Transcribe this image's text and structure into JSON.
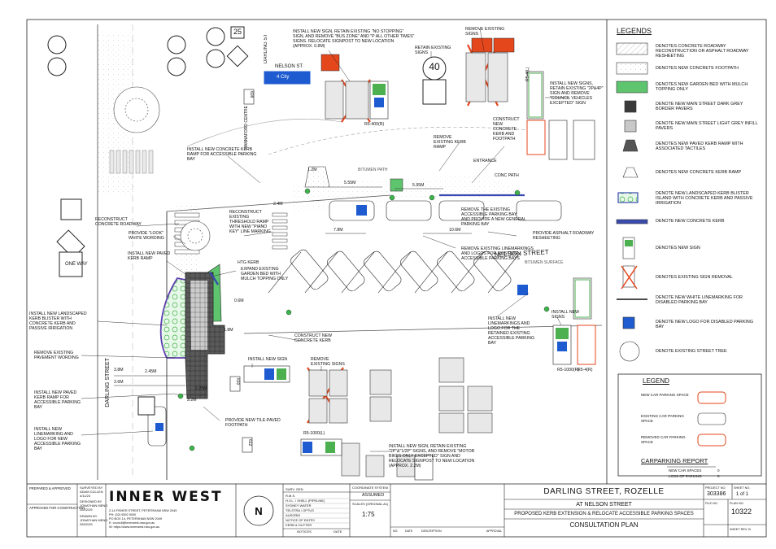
{
  "colors": {
    "garden": "#5ec46e",
    "kerb_blue": "#3a4bb0",
    "sign_green": "#4caf50",
    "sign_blue": "#1e5bd0",
    "removal_red": "#e5471c",
    "tree_green": "#8fd88a"
  },
  "streets": {
    "darling": "DARLING ST",
    "nelson_sign": "NELSON ST",
    "city_sign": "4 City",
    "nelson_label": "NELSON STREET",
    "darling_surface": "DARLING STREET",
    "bitumen_surface": "BITUMEN SURFACE",
    "bitumen_path": "BITUMEN PATH",
    "hannaford_centre": "HANNAFORD CENTRE",
    "entrance": "ENTRANCE",
    "conc_path": "CONC PATH",
    "one_way": "ONE WAY"
  },
  "dimensions": [
    "5.55m",
    "5.95m",
    "7.8m",
    "10.6m",
    "3.8m",
    "2.45m",
    "3.6m",
    "2.25m",
    "3.2m",
    "1.2m",
    "0.6m",
    "1.8m",
    "2.4m"
  ],
  "sign_ids": [
    "R5-400(R)",
    "R5-4(L)",
    "R5-1000(R)",
    "R5-1000(L)",
    "R5-4(R)"
  ],
  "sign_numbers": {
    "n40": "40",
    "n25": "25",
    "n608": "608",
    "n610": "610",
    "n612": "612"
  },
  "notes": {
    "install_no_stopping": "INSTALL NEW SIGN, RETAIN EXISTING \"NO STOPPING\" SIGN, AND REMOVE \"BUS ZONE\" AND \"P ALL OTHER TIMES\" SIGNS. RELOCATE SIGNPOST TO NEW LOCATION (APPROX. 0.8m)",
    "remove_existing_signs_top": "REMOVE EXISTING SIGNS",
    "retain_existing": "RETAIN EXISTING SIGNS",
    "install_new_signs_council": "INSTALL NEW SIGNS, RETAIN EXISTING \"2P&4P\" SIGN AND REMOVE \"COUNCIL VEHICLES EXCEPTED\" SIGN",
    "construct_kerb_footpath": "CONSTRUCT NEW CONCRETE KERB AND FOOTPATH",
    "remove_kerb_ramp": "REMOVE EXISTING KERB RAMP",
    "install_threshold_ramp": "INSTALL NEW CONCRETE KERB RAMP FOR ACCESSIBLE PARKING BAY",
    "reconstruct_roadway": "RECONSTRUCT CONCRETE ROADWAY",
    "provide_look": "PROVIDE \"LOOK\" WHITE WORDING",
    "install_paved_ramp": "INSTALL NEW PAVED KERB RAMP",
    "reconstruct_threshold": "RECONSTRUCT EXISTING THRESHOLD RAMP WITH NEW \"PIANO KEY\" LINE MARKING",
    "htg_kerb": "HTG KERB",
    "expand_garden": "EXPAND EXISTING GARDEN BED WITH MULCH TOPPING ONLY",
    "remove_general_parking": "REMOVE THE EXISTING ACCESSIBLE PARKING BAY AND PROVIDE A NEW GENERAL PARKING BAY",
    "provide_asphalt": "PROVIDE ASPHALT ROADWAY RESHEETING",
    "remove_linemarkings": "REMOVE EXISTING LINEMARKINGS AND LOGOS FOR EXISTING ACCESSIBLE PARKING BAYS",
    "install_kerb_blister": "INSTALL NEW LANDSCAPED KERB BLISTER WITH CONCRETE KERB AND PASSIVE IRRIGATION",
    "remove_pavement_wording": "REMOVE EXISTING PAVEMENT WORDING",
    "install_paved_ramp_accessible": "INSTALL NEW PAVED KERB RAMP FOR ACCESSIBLE PARKING BAY",
    "install_linemarking_logo": "INSTALL NEW LINEMARKING AND LOGO FOR NEW ACCESSIBLE PARKING BAY",
    "construct_new_kerb": "CONSTRUCT NEW CONCRETE KERB",
    "install_new_sign": "INSTALL NEW SIGN",
    "remove_existing_signs": "REMOVE EXISTING SIGNS",
    "provide_tile_footpath": "PROVIDE NEW TILE-PAVED FOOTPATH",
    "install_new_signs_right": "INSTALL NEW SIGNS",
    "install_linemarkings_retained": "INSTALL NEW LINEMARKINGS AND LOGO FOR THE RETAINED EXISTING ACCESSIBLE PARKING BAY",
    "install_retain_2p": "INSTALL NEW SIGN, RETAIN EXISTING \"2P\"&\"1/2P\" SIGNS, AND REMOVE \"MOTOR BIKES ONLY EXCEPTED\" SIGN AND RELOCATE SIGNPOST TO NEW LOCATION (APPROX. 2.2m)"
  },
  "legend": {
    "title": "LEGENDS",
    "items": [
      "DENOTES CONCRETE ROADWAY RECONSTRUCTION OR ASPHALT ROADWAY RESHEETING",
      "DENOTES NEW CONCRETE FOOTPATH",
      "DENOTES NEW GARDEN BED WITH MULCH TOPPING ONLY",
      "DENOTE NEW MAIN STREET DARK GREY BORDER PAVERS",
      "DENOTE NEW MAIN STREET LIGHT GREY INFILL PAVERS",
      "DENOTES NEW PAVED KERB RAMP WITH ASSOCIATED TACTILES",
      "DENOTES NEW CONCRETE KERB RAMP",
      "DENOTE NEW LANDSCAPED KERB BLISTER ISLAND WITH CONCRETE KERB AND PASSIVE IRRIGATION",
      "DENOTE NEW CONCRETE KERB",
      "DENOTES NEW SIGN",
      "DENOTES EXISTING SIGN REMOVAL",
      "DENOTE NEW WHITE LINEMARKING FOR DISABLED PARKING BAY",
      "DENOTE NEW LOGO FOR DISABLED PARKING BAY",
      "DENOTE EXISTING STREET TREE"
    ]
  },
  "car_legend": {
    "title": "LEGEND",
    "items": [
      "NEW CAR PARKING SPACE",
      "EXISTING CAR PARKING SPACE",
      "REMOVED CAR PARKING SPACE"
    ]
  },
  "car_report": {
    "title": "CARPARKING REPORT",
    "rows": [
      {
        "label": "NEW CAR SPACES",
        "value": "0"
      },
      {
        "label": "LOSS OF PARKING",
        "value": "0"
      }
    ]
  },
  "title_block": {
    "left_rows": [
      "PREPARED & APPROVED",
      "APPROVED FOR CONSTRUCTION"
    ],
    "surveyed": "SURVEYED BY",
    "surveyor": "ADAM CULLEN",
    "survey_date": "4/11/24",
    "designed": "DESIGNED BY",
    "designer": "JONATHAN MENG",
    "design_date": "25/02/25",
    "drawn": "DRAWN BY",
    "drafter": "JONATHAN MENG",
    "drawn_date": "25/02/25",
    "council": "INNER WEST",
    "address": "2-14 FISHER STREET, PETERSHAM NSW 2049",
    "address_lines": [
      "PH: (02) 9392 5000",
      "PO BOX 14, PETERSHAM NSW 2049",
      "E: council@innerwest.nsw.gov.au",
      "W: https://www.innerwest.nsw.gov.au"
    ],
    "services": [
      "SURV. GEN",
      "R.M.S.",
      "H.V.L. / SHELL (PIPELINE)",
      "SYDNEY WATER",
      "TELSTRA / OPTUS",
      "AUSGRID",
      "NOTICE OF ENTRY",
      "KERB & GUTTER"
    ],
    "notices": "NOTICES",
    "date_label": "DATE",
    "coordinate": "COORDINATE SYSTEM",
    "assumed": "ASSUMED",
    "scales": "SCALES (ORIGINAL A1)",
    "scale": "1:75",
    "revision_headers": [
      "NO.",
      "DATE",
      "DESCRIPTION",
      "APPROVAL"
    ],
    "street": "DARLING STREET, ROZELLE",
    "at": "AT NELSON STREET",
    "description": "PROPOSED KERB EXTENSION & RELOCATE ACCESSIBLE PARKING SPACES",
    "plan": "CONSULTATION PLAN",
    "project_no_label": "PROJECT NO.",
    "project_no": "303386",
    "sheet_no_label": "SHEET NO.",
    "sheet_no": "1 of 1",
    "file_no_label": "FILE NO.",
    "plan_no_label": "PLAN NO.",
    "plan_no": "10322",
    "sheet_rev": "SHEET REV. B"
  }
}
